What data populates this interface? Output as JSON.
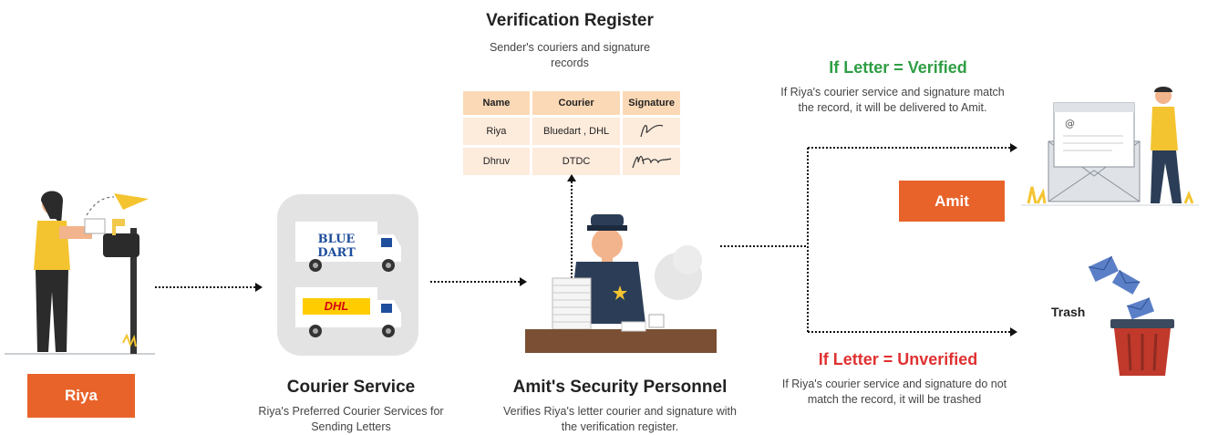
{
  "register": {
    "title": "Verification Register",
    "subtitle": "Sender's couriers and signature records",
    "columns": [
      "Name",
      "Courier",
      "Signature"
    ],
    "rows": [
      {
        "name": "Riya",
        "courier": "Bluedart , DHL"
      },
      {
        "name": "Dhruv",
        "courier": "DTDC"
      }
    ]
  },
  "sender": {
    "label": "Riya"
  },
  "courier_service": {
    "title": "Courier Service",
    "desc": "Riya's Preferred Courier Services for Sending Letters",
    "logos": [
      "BLUE DART",
      "DHL"
    ]
  },
  "security": {
    "title": "Amit's Security Personnel",
    "desc": "Verifies Riya's letter courier and signature with the verification register."
  },
  "verified": {
    "title": "If Letter = Verified",
    "desc": "If Riya's courier service and signature match the record, it will be delivered to Amit.",
    "recipient": "Amit"
  },
  "unverified": {
    "title": "If Letter = Unverified",
    "desc": "If Riya's courier service and signature do not match the record, it will be trashed",
    "bin_label": "Trash"
  },
  "colors": {
    "accent": "#e8632a",
    "verified": "#2f9e44",
    "unverified": "#e03131"
  }
}
